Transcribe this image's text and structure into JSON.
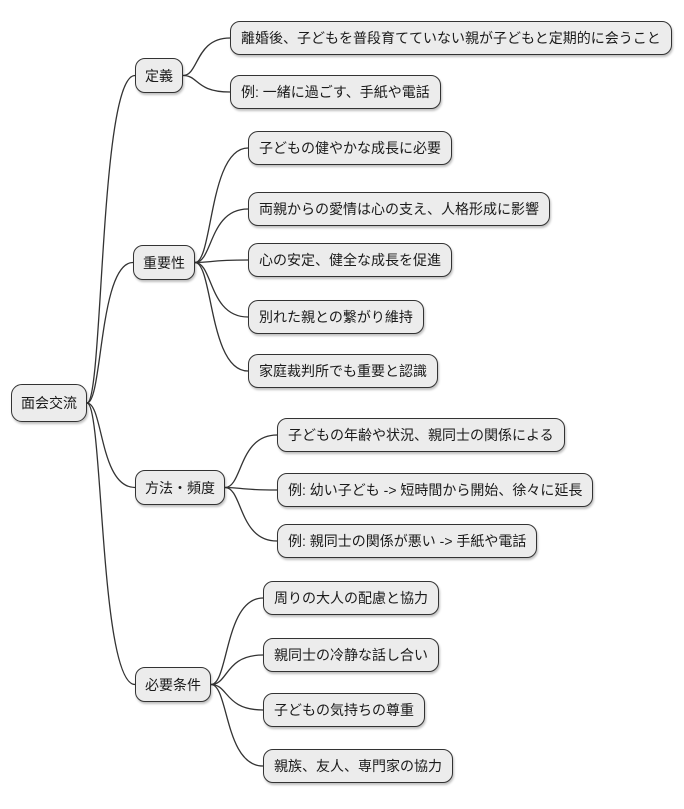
{
  "mindmap": {
    "root": {
      "label": "面会交流"
    },
    "branches": [
      {
        "label": "定義",
        "children": [
          "離婚後、子どもを普段育てていない親が子どもと定期的に会うこと",
          "例: 一緒に過ごす、手紙や電話"
        ]
      },
      {
        "label": "重要性",
        "children": [
          "子どもの健やかな成長に必要",
          "両親からの愛情は心の支え、人格形成に影響",
          "心の安定、健全な成長を促進",
          "別れた親との繋がり維持",
          "家庭裁判所でも重要と認識"
        ]
      },
      {
        "label": "方法・頻度",
        "children": [
          "子どもの年齢や状況、親同士の関係による",
          "例: 幼い子ども -> 短時間から開始、徐々に延長",
          "例: 親同士の関係が悪い -> 手紙や電話"
        ]
      },
      {
        "label": "必要条件",
        "children": [
          "周りの大人の配慮と協力",
          "親同士の冷静な話し合い",
          "子どもの気持ちの尊重",
          "親族、友人、専門家の協力"
        ]
      }
    ],
    "colors": {
      "node_fill": "#ececec",
      "node_border": "#333333",
      "edge": "#333333",
      "background": "#ffffff",
      "text": "#1a1a1a"
    }
  }
}
